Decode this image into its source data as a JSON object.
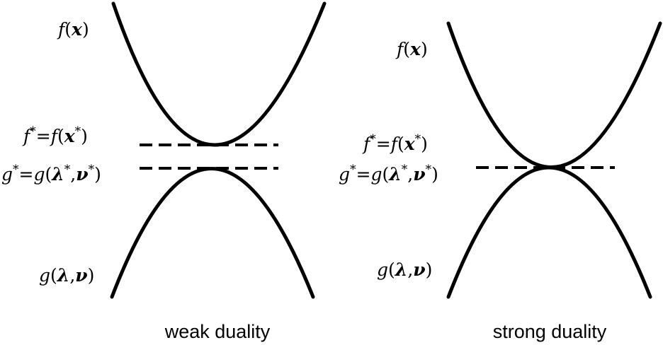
{
  "panels": [
    {
      "caption": "weak duality",
      "primal_label": "f(x)",
      "dual_label": "g(λ,ν)",
      "primal_optimum_label": "f*=f(x*)",
      "dual_optimum_label": "g*=g(λ*,ν*)"
    },
    {
      "caption": "strong duality",
      "primal_label": "f(x)",
      "dual_label": "g(λ,ν)",
      "primal_optimum_label": "f*=f(x*)",
      "dual_optimum_label": "g*=g(λ*,ν*)"
    }
  ],
  "colors": {
    "curve": "#000000",
    "background": "#ffffff"
  }
}
